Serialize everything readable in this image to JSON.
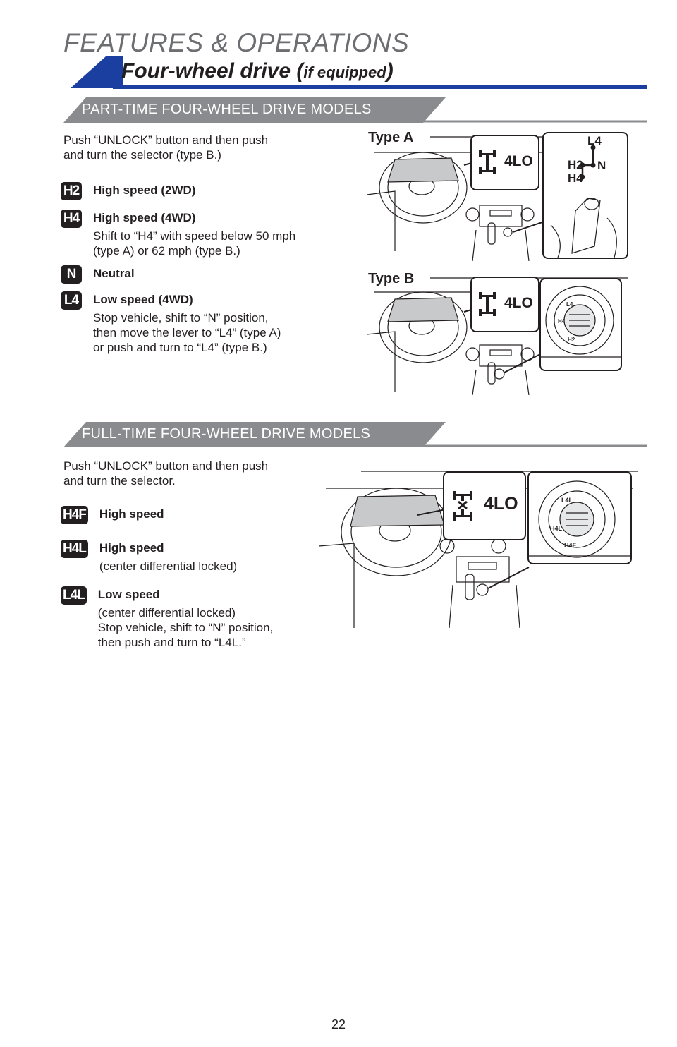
{
  "page": {
    "section": "FEATURES & OPERATIONS",
    "title_main": "Four-wheel drive (",
    "title_small": "if equipped",
    "title_close": ")",
    "page_number": "22",
    "colors": {
      "accent": "#1b3fa0",
      "banner": "#8a8b8e",
      "text": "#231f20"
    }
  },
  "part_time": {
    "banner": "PART-TIME FOUR-WHEEL DRIVE MODELS",
    "intro_line1": "Push “UNLOCK” button and then push",
    "intro_line2": "and turn the selector (type B.)",
    "items": [
      {
        "badge": "H2",
        "head": "High speed (2WD)",
        "body": []
      },
      {
        "badge": "H4",
        "head": "High speed (4WD)",
        "body": [
          "Shift to “H4” with speed below 50 mph",
          "(type A) or 62 mph (type B.)"
        ]
      },
      {
        "badge": "N",
        "head": "Neutral",
        "body": []
      },
      {
        "badge": "L4",
        "head": "Low speed (4WD)",
        "body": [
          "Stop vehicle, shift to “N” position,",
          "then move the lever to “L4” (type A)",
          "or push and turn to “L4” (type B.)"
        ]
      }
    ],
    "type_a_label": "Type A",
    "type_b_label": "Type B",
    "indicator_text": "4LO",
    "lever_labels": {
      "l4": "L4",
      "h2": "H2",
      "n": "N",
      "h4": "H4"
    },
    "dial_labels": {
      "l4": "L4",
      "h4": "H4",
      "h2": "H2"
    }
  },
  "full_time": {
    "banner": "FULL-TIME FOUR-WHEEL DRIVE MODELS",
    "intro_line1": "Push “UNLOCK” button and then push",
    "intro_line2": "and turn the selector.",
    "items": [
      {
        "badge": "H4F",
        "head": "High speed",
        "body": []
      },
      {
        "badge": "H4L",
        "head": "High speed",
        "body": [
          "(center differential locked)"
        ]
      },
      {
        "badge": "L4L",
        "head": "Low speed",
        "body": [
          "(center differential locked)",
          "Stop vehicle, shift to “N” position,",
          "then push and turn to “L4L.”"
        ]
      }
    ],
    "indicator_text": "4LO",
    "dial_labels": {
      "l4l": "L4L",
      "h4l": "H4L",
      "h4f": "H4F"
    }
  }
}
